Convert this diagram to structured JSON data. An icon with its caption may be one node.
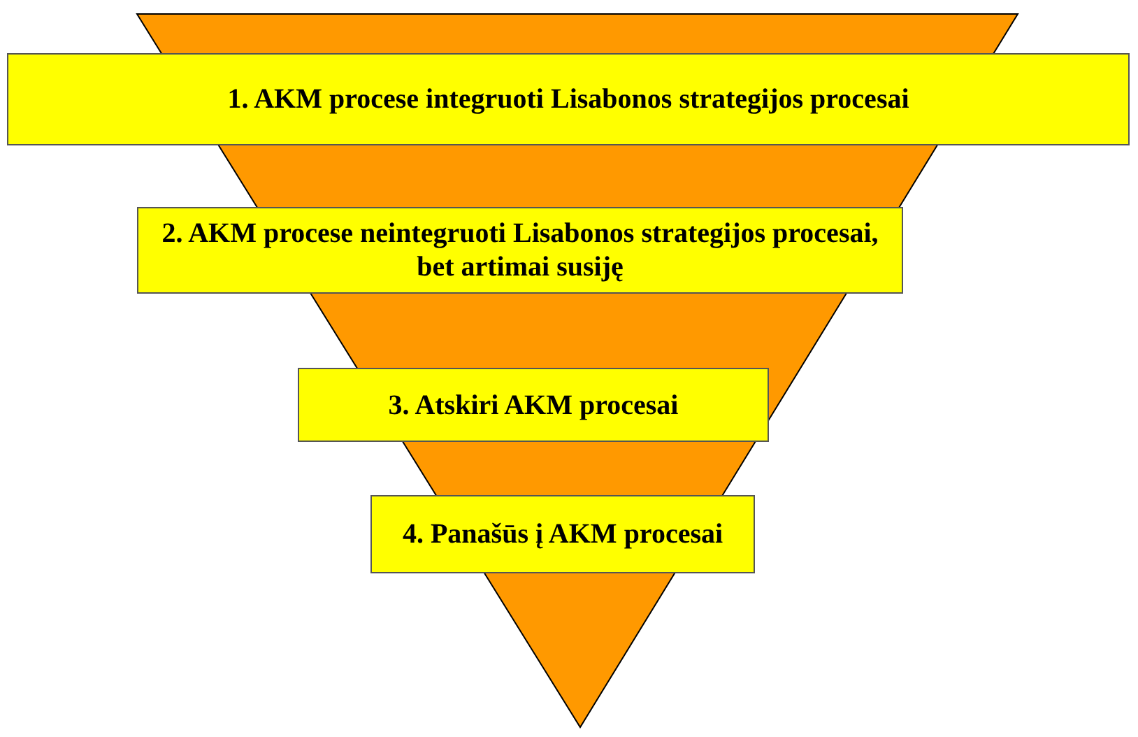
{
  "diagram": {
    "nodes": [
      {
        "text": [
          "1. AKM procese integruoti Lisabonos strategijos procesai"
        ]
      },
      {
        "text": [
          "2. AKM procese neintegruoti Lisabonos strategijos procesai, bet artimai susiję"
        ]
      },
      {
        "text": [
          "3. Atskiri AKM procesai"
        ]
      },
      {
        "text": [
          "4. Panašūs į AKM procesai"
        ]
      }
    ]
  }
}
